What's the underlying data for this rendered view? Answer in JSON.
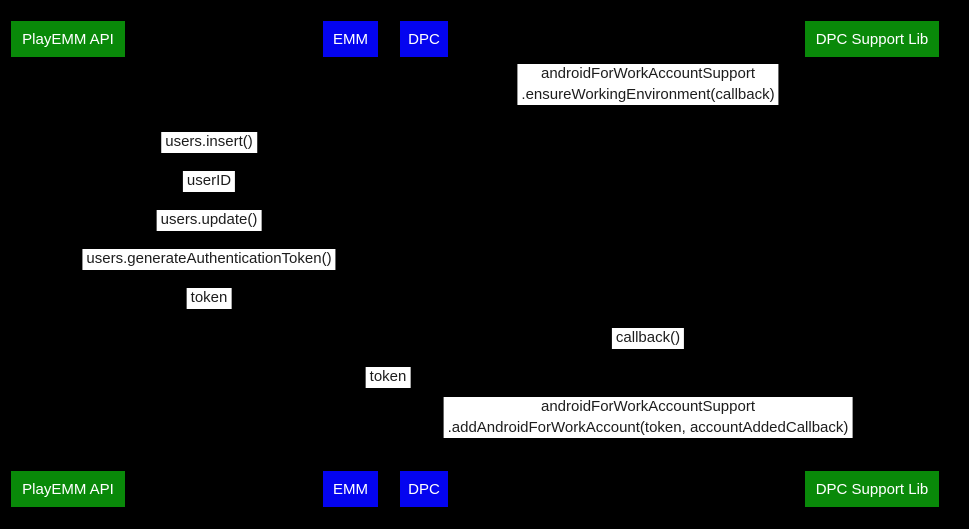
{
  "colors": {
    "background": "#000000",
    "participant_green": "#098909",
    "participant_blue": "#0404f0",
    "label_bg": "#ffffff",
    "label_text": "#1c1c1c"
  },
  "participants": {
    "playemm_api": "PlayEMM API",
    "emm": "EMM",
    "dpc": "DPC",
    "dpc_support_lib": "DPC Support Lib"
  },
  "messages": {
    "ensure_env_line1": "androidForWorkAccountSupport",
    "ensure_env_line2": ".ensureWorkingEnvironment(callback)",
    "users_insert": "users.insert()",
    "user_id": "userID",
    "users_update": "users.update()",
    "generate_token": "users.generateAuthenticationToken()",
    "token_response": "token",
    "callback": "callback()",
    "token_forward": "token",
    "add_account_line1": "androidForWorkAccountSupport",
    "add_account_line2": ".addAndroidForWorkAccount(token, accountAddedCallback)"
  }
}
